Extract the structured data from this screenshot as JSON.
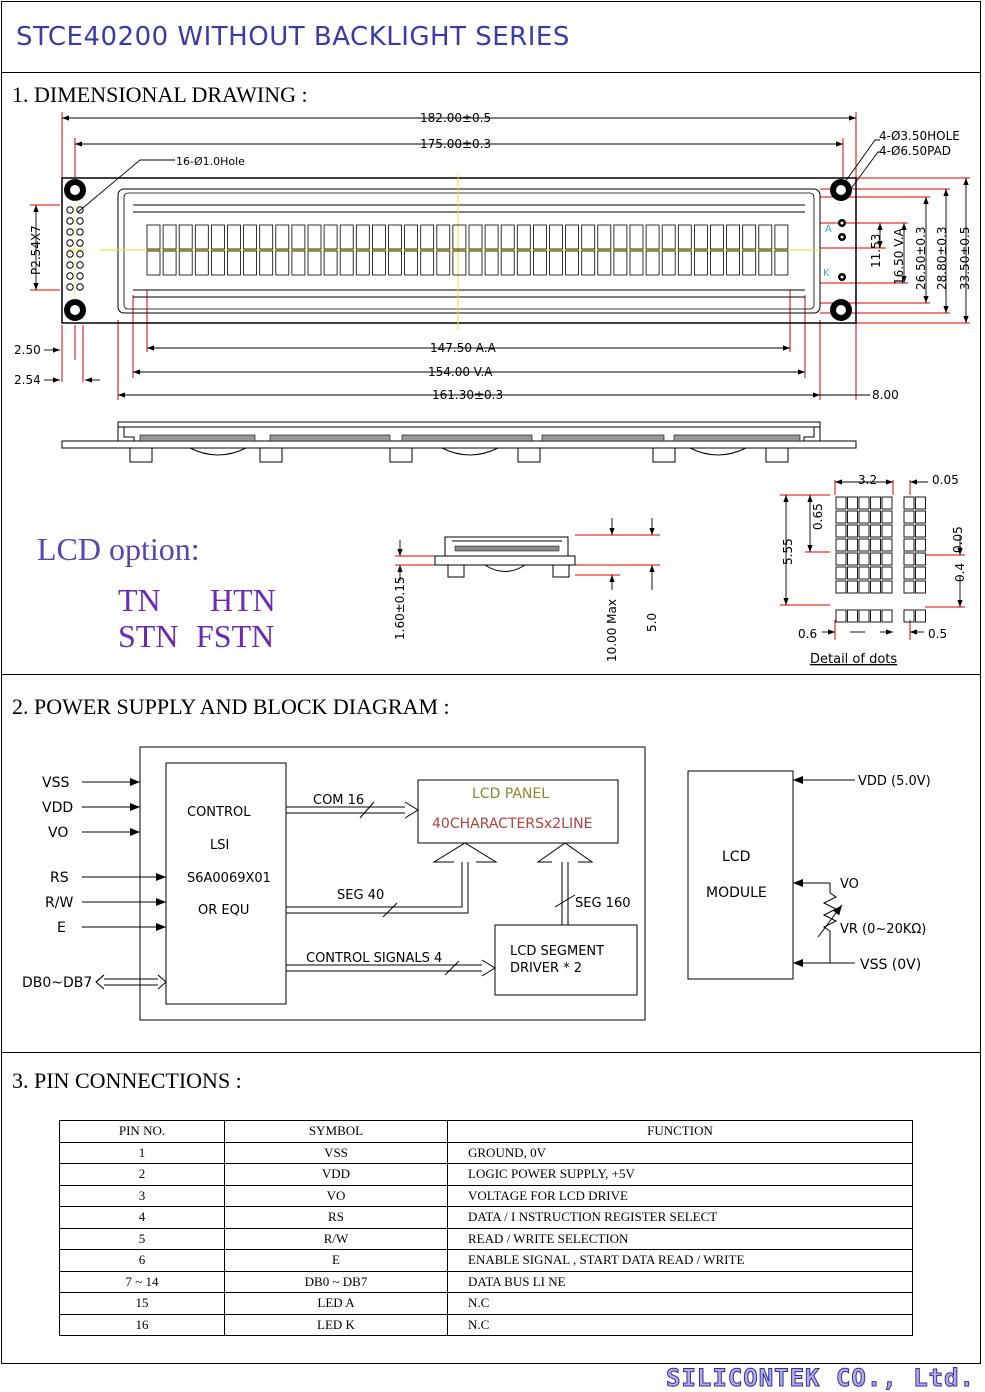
{
  "title": "STCE40200  WITHOUT BACKLIGHT SERIES",
  "sections": {
    "s1": "1. DIMENSIONAL  DRAWING :",
    "s2": "2. POWER SUPPLY   AND  BLOCK DIAGRAM :",
    "s3": "3. PIN  CONNECTIONS :"
  },
  "drawing": {
    "dim_182": "182.00±0.5",
    "dim_175": "175.00±0.3",
    "hole16": "16-Ø1.0Hole",
    "hole4": "4-Ø3.50HOLE",
    "pad4": "4-Ø6.50PAD",
    "pitch": "P2.54X7",
    "d250": "2.50",
    "d254": "2.54",
    "aa": "147.50  A.A",
    "va": "154.00  V.A",
    "d161": "161.30±0.3",
    "d8": "8.00",
    "d1153": "11.53",
    "d1650": "16.50  V.A",
    "d2650": "26.50±0.3",
    "d2880": "28.80±0.3",
    "d3350": "33.50±0.5",
    "pin_a": "A",
    "pin_k": "K",
    "d160": "1.60±0.15",
    "d10": "10.00  Max",
    "d50": "5.0",
    "dot32": "3.2",
    "dot005a": "0.05",
    "dot065": "0.65",
    "dot555": "5.55",
    "dot005b": "0.05",
    "dot04": "0.4",
    "dot06": "0.6",
    "dot05": "0.5",
    "dots_caption": "Detail  of  dots"
  },
  "lcd_option": {
    "title": "LCD option:",
    "tn": "TN",
    "htn": "HTN",
    "stn": "STN",
    "fstn": "FSTN"
  },
  "block": {
    "vss": "VSS",
    "vdd": "VDD",
    "vo": "VO",
    "rs": "RS",
    "rw": "R/W",
    "e": "E",
    "db": "DB0~DB7",
    "ctrl1": "CONTROL",
    "ctrl2": "LSI",
    "ctrl3": "S6A0069X01",
    "ctrl4": "OR  EQU",
    "com16": "COM 16",
    "seg40": "SEG 40",
    "ctrlsig": "CONTROL SIGNALS 4",
    "seg160": "SEG 160",
    "panel1": "LCD  PANEL",
    "panel2": "40CHARACTERSx2LINE",
    "drv1": "LCD  SEGMENT",
    "drv2": "DRIVER  * 2",
    "mod1": "LCD",
    "mod2": "MODULE",
    "vdd5": "VDD (5.0V)",
    "vo2": "VO",
    "vr": "VR (0~20KΩ)",
    "vss0": "VSS (0V)"
  },
  "pins": {
    "headers": [
      "PIN  NO.",
      "SYMBOL",
      "FUNCTION"
    ],
    "rows": [
      [
        "1",
        "VSS",
        "GROUND, 0V"
      ],
      [
        "2",
        "VDD",
        "LOGIC  POWER  SUPPLY,  +5V"
      ],
      [
        "3",
        "VO",
        "VOLTAGE   FOR   LCD   DRIVE"
      ],
      [
        "4",
        "RS",
        "DATA / I NSTRUCTION REGISTER  SELECT"
      ],
      [
        "5",
        "R/W",
        "READ / WRITE  SELECTION"
      ],
      [
        "6",
        "E",
        "ENABLE  SIGNAL , START  DATA   READ / WRITE"
      ],
      [
        "7 ~ 14",
        "DB0 ~ DB7",
        "DATA  BUS  LI NE"
      ],
      [
        "15",
        "LED A",
        "N.C"
      ],
      [
        "16",
        "LED K",
        "N.C"
      ]
    ]
  },
  "brand": "SILICONTEK CO., Ltd.",
  "colors": {
    "title": "#3a3aa8",
    "lcd_option": "#6a2ab8",
    "panel_text": "#b04040",
    "yellow": "#e8e020"
  }
}
